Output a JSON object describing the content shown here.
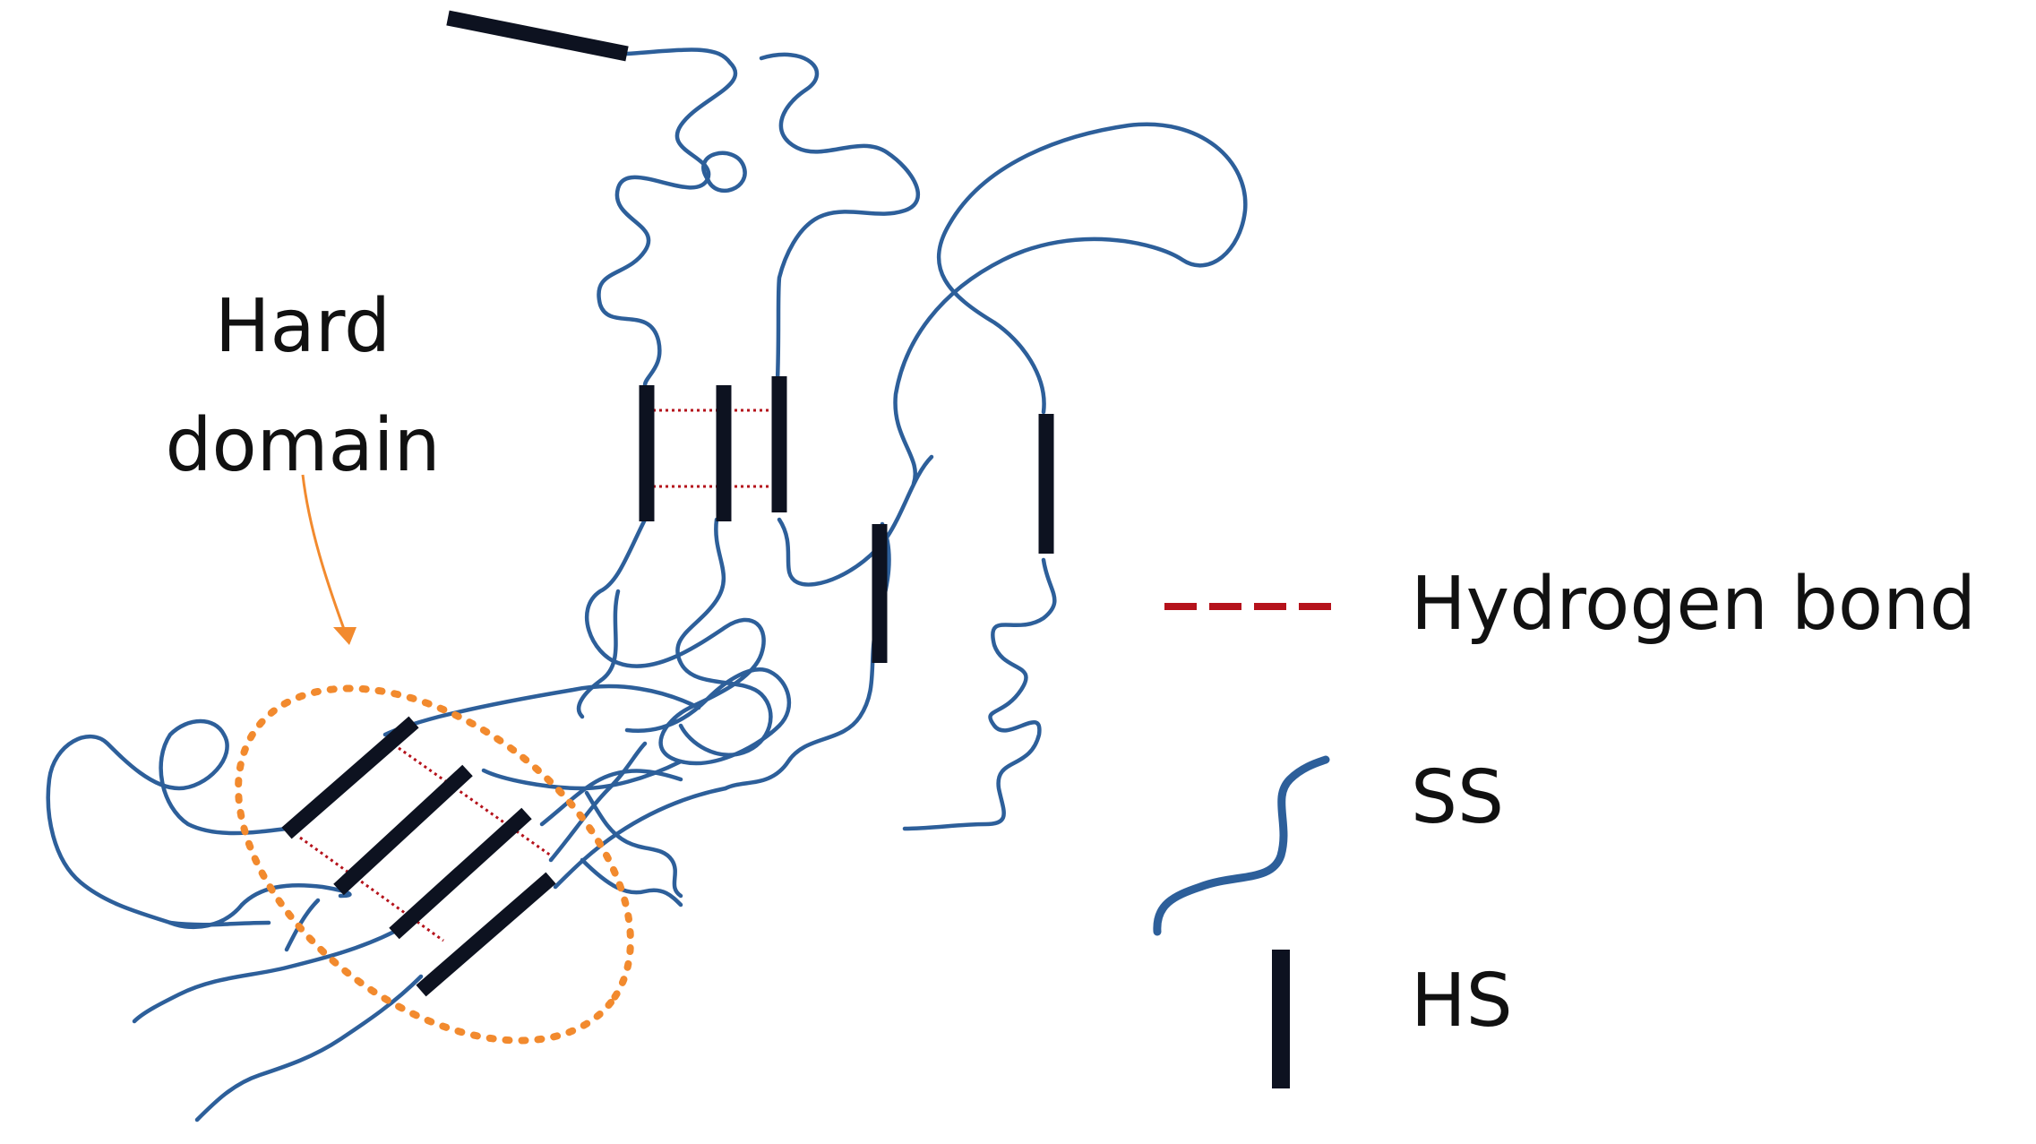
{
  "annotation": {
    "line1": "Hard",
    "line2": "domain"
  },
  "legend": {
    "hydrogen_bond": "Hydrogen bond",
    "ss": "SS",
    "hs": "HS"
  },
  "colors": {
    "chain": "#2d5f9a",
    "segment": "#0d1220",
    "hydrogen_bond": "#b5121b",
    "hard_domain": "#f28a2e",
    "text": "#111111"
  }
}
